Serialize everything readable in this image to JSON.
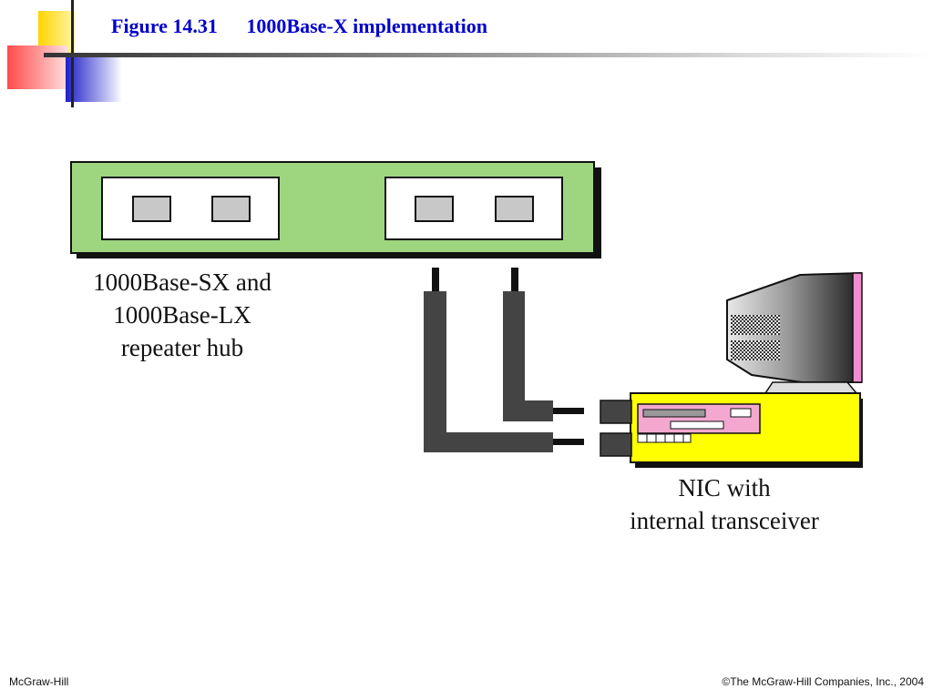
{
  "header": {
    "figure_number": "Figure 14.31",
    "title": "1000Base-X implementation"
  },
  "diagram": {
    "hub_label": [
      "1000Base-SX and",
      "1000Base-LX",
      "repeater hub"
    ],
    "nic_label": [
      "NIC with",
      "internal transceiver"
    ]
  },
  "colors": {
    "title": "#0000cc",
    "hub": "#9ed680",
    "cable": "#444444",
    "computer_case": "#ffff00",
    "nic_card": "#f4a8d0",
    "monitor_accent": "#f08cd0"
  },
  "footer": {
    "left": "McGraw-Hill",
    "right": "©The McGraw-Hill Companies, Inc., 2004"
  }
}
